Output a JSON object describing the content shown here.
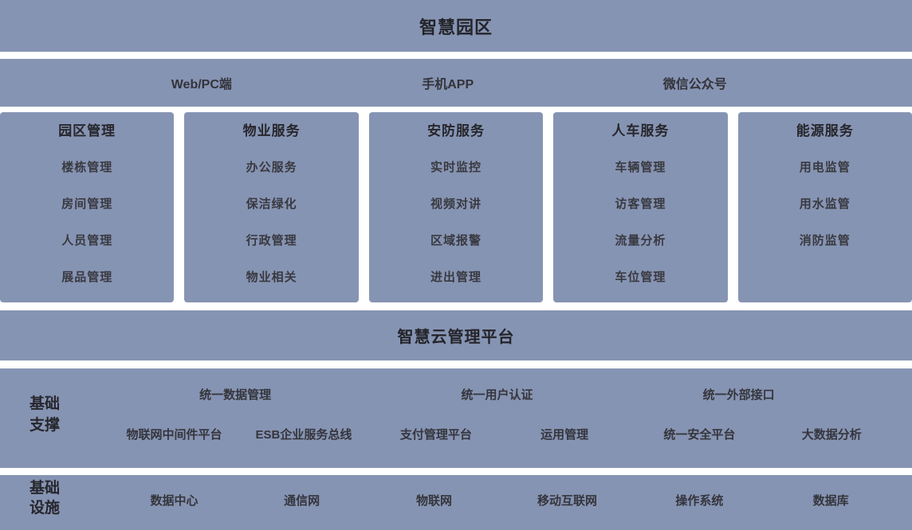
{
  "colors": {
    "block_bg": "#8694b3",
    "page_bg": "#ffffff",
    "title_text": "#24242a",
    "item_text": "#393940"
  },
  "header": {
    "title": "智慧园区"
  },
  "channels": {
    "items": [
      {
        "label": "Web/PC端"
      },
      {
        "label": "手机APP"
      },
      {
        "label": "微信公众号"
      }
    ]
  },
  "service_columns": [
    {
      "title": "园区管理",
      "items": [
        "楼栋管理",
        "房间管理",
        "人员管理",
        "展品管理"
      ]
    },
    {
      "title": "物业服务",
      "items": [
        "办公服务",
        "保洁绿化",
        "行政管理",
        "物业相关"
      ]
    },
    {
      "title": "安防服务",
      "items": [
        "实时监控",
        "视频对讲",
        "区域报警",
        "进出管理"
      ]
    },
    {
      "title": "人车服务",
      "items": [
        "车辆管理",
        "访客管理",
        "流量分析",
        "车位管理"
      ]
    },
    {
      "title": "能源服务",
      "items": [
        "用电监管",
        "用水监管",
        "消防监管"
      ]
    }
  ],
  "platform_bar": {
    "title": "智慧云管理平台"
  },
  "foundation_support": {
    "label_line1": "基础",
    "label_line2": "支撑",
    "row1": [
      "统一数据管理",
      "统一用户认证",
      "统一外部接口"
    ],
    "row2": [
      "物联网中间件平台",
      "ESB企业服务总线",
      "支付管理平台",
      "运用管理",
      "统一安全平台",
      "大数据分析"
    ]
  },
  "infrastructure": {
    "label_line1": "基础",
    "label_line2": "设施",
    "items": [
      "数据中心",
      "通信网",
      "物联网",
      "移动互联网",
      "操作系统",
      "数据库"
    ]
  }
}
